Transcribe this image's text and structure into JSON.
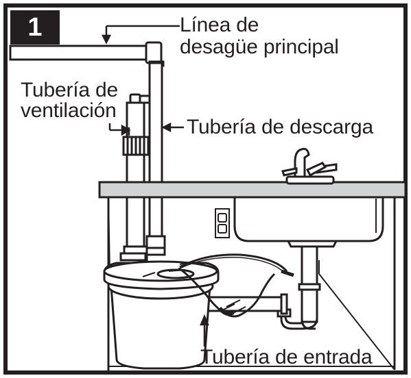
{
  "step": {
    "number": "1"
  },
  "labels": {
    "main_drain_line1": "Línea de",
    "main_drain_line2": "desagüe principal",
    "vent_pipe_line1": "Tubería de",
    "vent_pipe_line2": "ventilación",
    "discharge_pipe": "Tubería de descarga",
    "inlet_pipe": "Tubería de entrada"
  },
  "colors": {
    "ink": "#231f20",
    "background": "#ffffff",
    "shade": "#d1d3d4"
  }
}
